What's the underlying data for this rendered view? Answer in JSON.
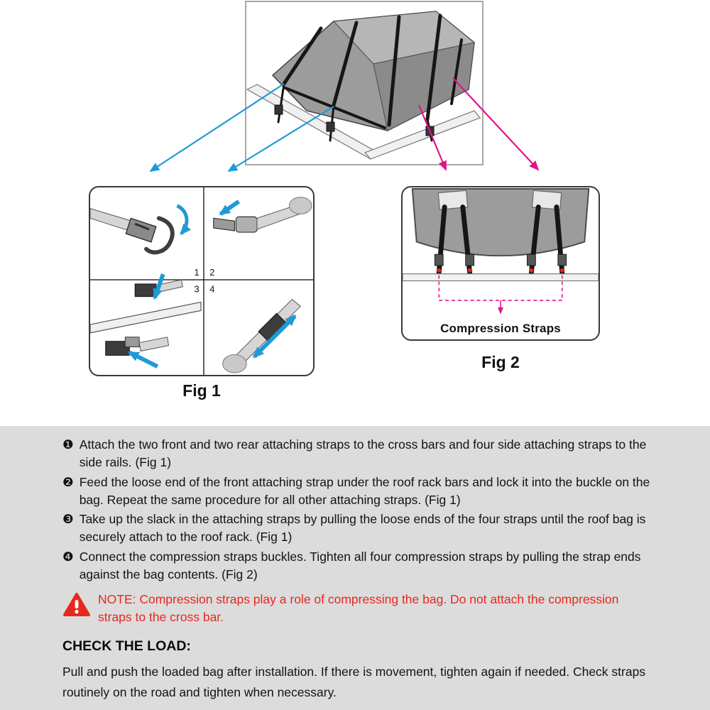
{
  "colors": {
    "arrow_blue": "#1f9ad6",
    "arrow_pink": "#e2148a",
    "note_red": "#e8281e",
    "section_bg": "#dcdcdc",
    "bag_gray": "#9c9c9c",
    "strap_dark": "#161616",
    "dot_red": "#e02424"
  },
  "figures": {
    "fig1": {
      "label": "Fig 1",
      "quadrant_numbers": [
        "1",
        "2",
        "3",
        "4"
      ]
    },
    "fig2": {
      "label": "Fig 2",
      "annotation": "Compression Straps"
    }
  },
  "instructions": {
    "steps": [
      {
        "num": "❶",
        "text": "Attach the two front and two rear attaching straps to the cross bars and four side attaching straps to the side rails. (Fig 1)"
      },
      {
        "num": "❷",
        "text": "Feed the loose end of the front attaching strap under the roof rack bars and lock it into the buckle on the bag. Repeat the same procedure for all other attaching straps. (Fig 1)"
      },
      {
        "num": "❸",
        "text": "Take up the slack in the attaching straps by pulling the loose ends of the four straps until the roof bag is securely attach to the roof rack. (Fig 1)"
      },
      {
        "num": "❹",
        "text": "Connect the compression straps buckles. Tighten all four compression straps by pulling the strap ends against the bag contents. (Fig 2)"
      }
    ],
    "note": "NOTE: Compression straps play a role of compressing the bag. Do not attach the compression straps to the cross bar.",
    "check_load": {
      "heading": "CHECK THE LOAD:",
      "text": "Pull and push the loaded bag after installation. If there is movement, tighten again if needed. Check straps routinely on the road and tighten when necessary."
    }
  }
}
